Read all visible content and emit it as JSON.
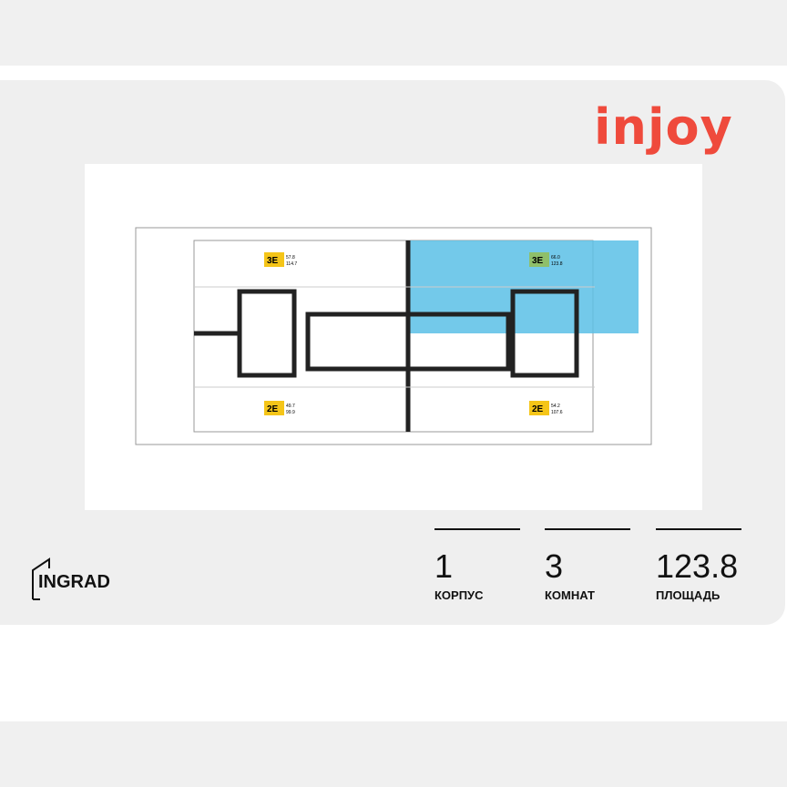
{
  "brand": {
    "logo": "injoy",
    "developer": "INGRAD",
    "logo_color": "#ef4a3c"
  },
  "plan": {
    "apartments": [
      {
        "type": "3E",
        "area1": "57.8",
        "area2": "114.7",
        "selected": false
      },
      {
        "type": "3E",
        "area1": "66.0",
        "area2": "123.8",
        "selected": true
      },
      {
        "type": "2E",
        "area1": "49.7",
        "area2": "99.9",
        "selected": false
      },
      {
        "type": "2E",
        "area1": "54.2",
        "area2": "107.6",
        "selected": false
      }
    ],
    "highlight_color": "#5bbfe6"
  },
  "stats": [
    {
      "value": "1",
      "label": "КОРПУС"
    },
    {
      "value": "3",
      "label": "КОМНАТ"
    },
    {
      "value": "123.8",
      "label": "ПЛОЩАДЬ"
    }
  ]
}
